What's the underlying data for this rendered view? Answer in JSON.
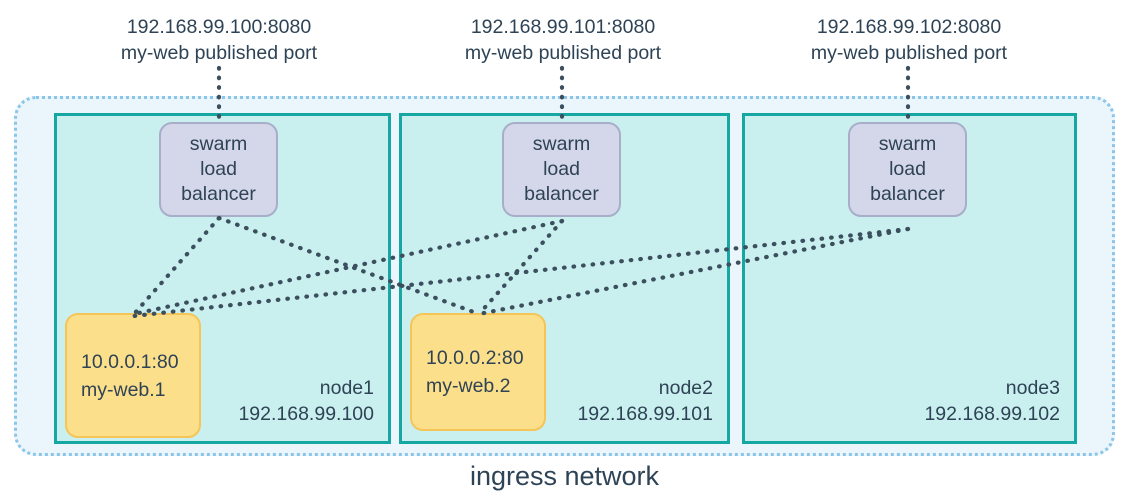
{
  "diagram": {
    "title": "ingress network",
    "colors": {
      "ingress_fill": "#eaf5fc",
      "ingress_border": "#8cc5e8",
      "node_fill": "#c9f0ef",
      "node_border": "#16a7a2",
      "lb_fill": "#d3d7e9",
      "lb_border": "#a8aec9",
      "task_fill": "#fcdf8a",
      "task_border": "#f5c558",
      "text": "#2e4355",
      "wire": "#3b4f5e"
    }
  },
  "published_ports": [
    {
      "address": "192.168.99.100:8080",
      "description": "my-web published port"
    },
    {
      "address": "192.168.99.101:8080",
      "description": "my-web published port"
    },
    {
      "address": "192.168.99.102:8080",
      "description": "my-web published port"
    }
  ],
  "nodes": [
    {
      "name": "node1",
      "ip": "192.168.99.100",
      "load_balancer": {
        "line1": "swarm",
        "line2": "load",
        "line3": "balancer"
      },
      "task": {
        "address": "10.0.0.1:80",
        "name": "my-web.1"
      }
    },
    {
      "name": "node2",
      "ip": "192.168.99.101",
      "load_balancer": {
        "line1": "swarm",
        "line2": "load",
        "line3": "balancer"
      },
      "task": {
        "address": "10.0.0.2:80",
        "name": "my-web.2"
      }
    },
    {
      "name": "node3",
      "ip": "192.168.99.102",
      "load_balancer": {
        "line1": "swarm",
        "line2": "load",
        "line3": "balancer"
      },
      "task": null
    }
  ],
  "connections": [
    {
      "from": "node1-load-balancer",
      "to": "my-web.1"
    },
    {
      "from": "node1-load-balancer",
      "to": "my-web.2"
    },
    {
      "from": "node2-load-balancer",
      "to": "my-web.1"
    },
    {
      "from": "node2-load-balancer",
      "to": "my-web.2"
    },
    {
      "from": "node3-load-balancer",
      "to": "my-web.1"
    },
    {
      "from": "node3-load-balancer",
      "to": "my-web.2"
    }
  ]
}
